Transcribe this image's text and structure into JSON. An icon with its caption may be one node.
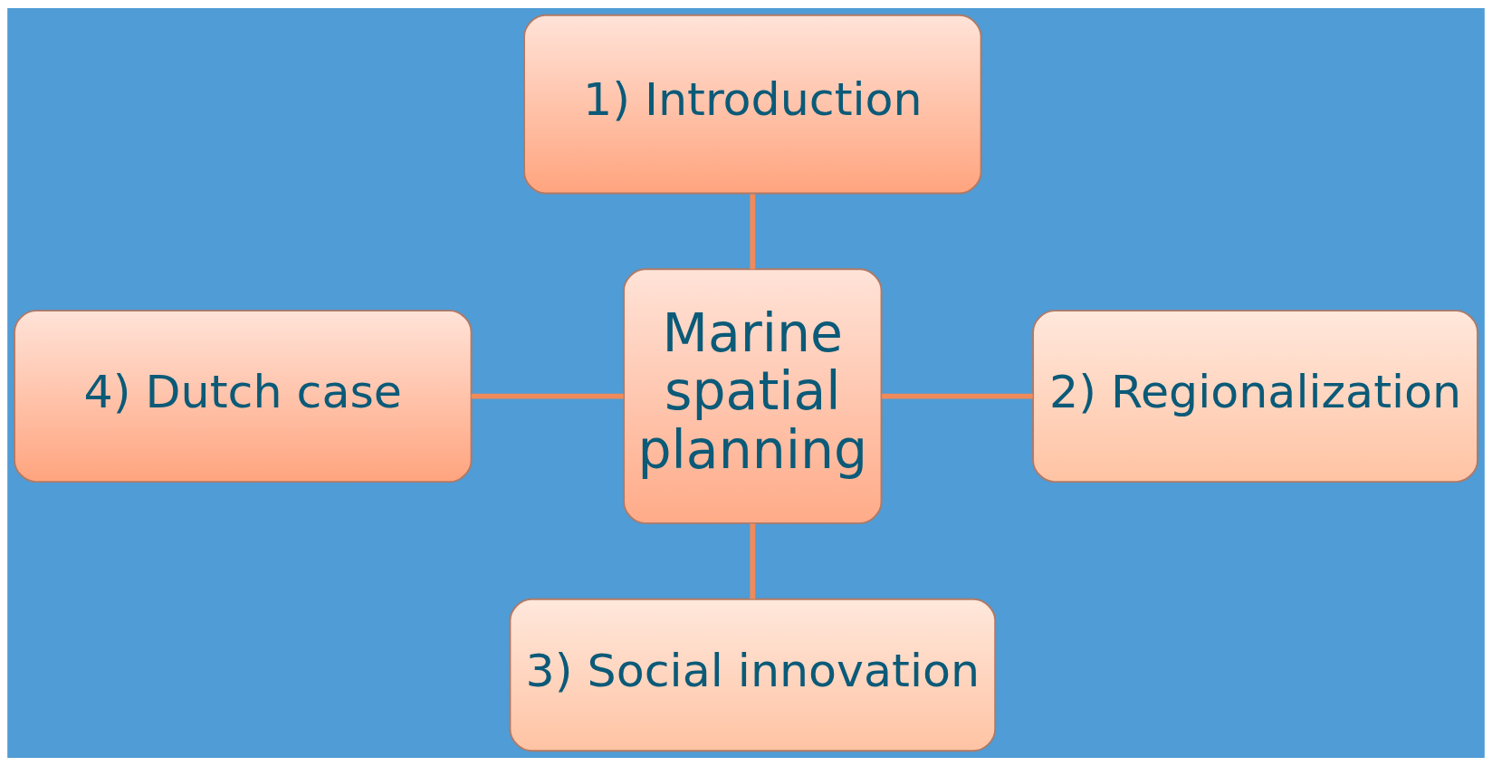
{
  "diagram": {
    "nodes": [
      {
        "text": [
          "1) Introduction"
        ]
      },
      {
        "text": [
          "4) Dutch case"
        ]
      },
      {
        "text": [
          "Marine spatial planning"
        ]
      },
      {
        "text": [
          "2) Regionalization"
        ]
      },
      {
        "text": [
          "3) Social innovation"
        ]
      }
    ],
    "edges": [
      {
        "from": 0,
        "to": 2,
        "arrow": "none"
      },
      {
        "from": 1,
        "to": 2,
        "arrow": "none"
      },
      {
        "from": 2,
        "to": 3,
        "arrow": "none"
      },
      {
        "from": 2,
        "to": 4,
        "arrow": "none"
      }
    ]
  }
}
